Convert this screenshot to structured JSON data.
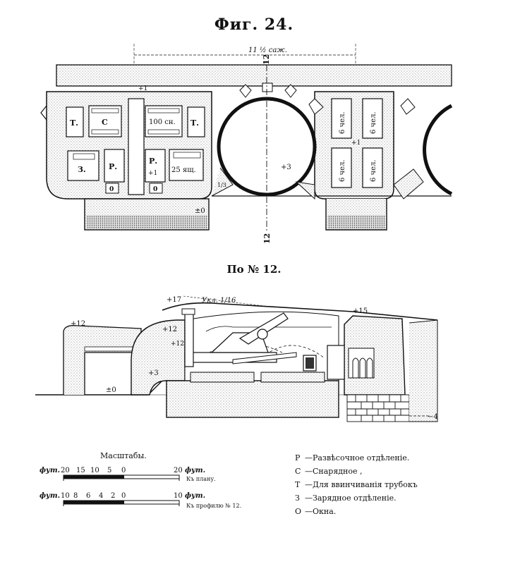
{
  "figure": {
    "title": "Фиг. 24.",
    "section_title": "По № 12."
  },
  "plan": {
    "span_label": "11 ½ саж.",
    "section_mark_top": "12",
    "section_mark_bottom": "12",
    "rooms": {
      "t_left": "Т.",
      "c": "С",
      "center_box": "100 сн.",
      "t_right": "Т.",
      "z": "З.",
      "p_left": "Р.",
      "p_right": "Р.",
      "box_25": "25 ящ.",
      "o_left": "0",
      "o_right": "0",
      "plus_1_room": "+1",
      "c1": "6 чел.",
      "c2": "6 чел.",
      "c3": "6 чел.",
      "c4": "6 чел."
    },
    "elevations": {
      "plus_1_top": "+1",
      "plus_3": "+3",
      "zero": "±0",
      "plus_1_case": "+1",
      "slope": "1/3"
    }
  },
  "profile": {
    "slope_label": "Укл. 1/16",
    "elevations": {
      "plus_17": "+17",
      "plus_12_left": "+12",
      "plus_12_mid": "+12",
      "plus_12_low": "+12",
      "plus_15": "+15",
      "plus_3": "+3",
      "zero": "±0",
      "minus_4": "−4"
    }
  },
  "scales": {
    "title": "Масштабы.",
    "plan_unit": "фут.",
    "plan_ticks": [
      "20",
      "15",
      "10",
      "5",
      "0"
    ],
    "plan_end": "20",
    "plan_end_unit": "фут.",
    "plan_caption": "Къ плану.",
    "profile_unit": "фут.",
    "profile_ticks": [
      "10",
      "8",
      "6",
      "4",
      "2",
      "0"
    ],
    "profile_end": "10",
    "profile_end_unit": "фут.",
    "profile_caption": "Къ профилю № 12."
  },
  "legend": [
    {
      "key": "Р",
      "text": "Развѣсочное отдѣленіе."
    },
    {
      "key": "С",
      "text": "Снарядное          ,"
    },
    {
      "key": "Т",
      "text": "Для ввинчиванія трубокъ"
    },
    {
      "key": "З",
      "text": "Зарядное отдѣленіе."
    },
    {
      "key": "О",
      "text": "Окна."
    }
  ]
}
